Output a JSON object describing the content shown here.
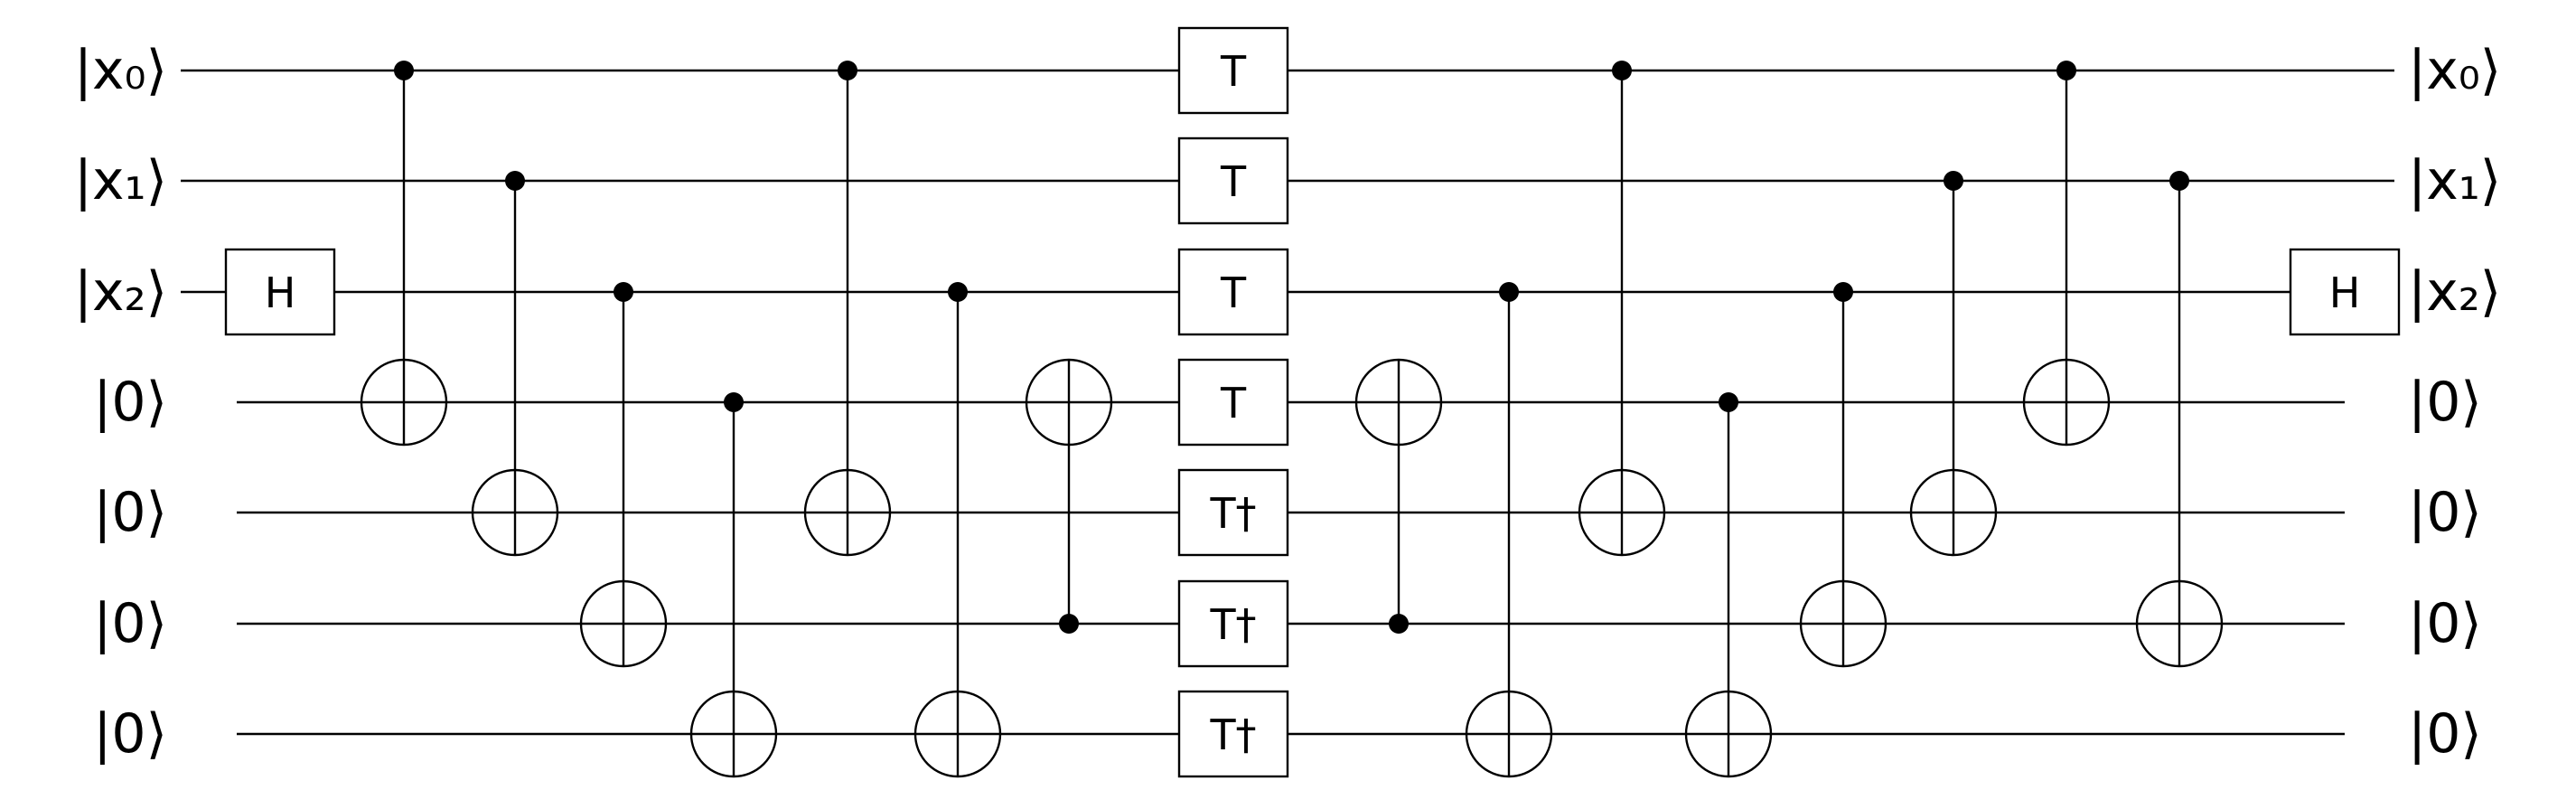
{
  "inputs": [
    "|x₀⟩",
    "|x₁⟩",
    "|x₂⟩",
    "|0⟩",
    "|0⟩",
    "|0⟩",
    "|0⟩"
  ],
  "outputs": [
    "|x₀⟩",
    "|x₁⟩",
    "|x₂⟩",
    "|0⟩",
    "|0⟩",
    "|0⟩",
    "|0⟩"
  ],
  "gates": [
    {
      "type": "H",
      "label": "H",
      "wire": 2
    },
    {
      "type": "CNOT",
      "control": 0,
      "target": 3
    },
    {
      "type": "CNOT",
      "control": 1,
      "target": 4
    },
    {
      "type": "CNOT",
      "control": 2,
      "target": 5
    },
    {
      "type": "CNOT",
      "control": 3,
      "target": 6
    },
    {
      "type": "CNOT",
      "control": 0,
      "target": 4
    },
    {
      "type": "CNOT",
      "control": 2,
      "target": 6
    },
    {
      "type": "CNOT",
      "control": 5,
      "target": 3
    },
    {
      "type": "T",
      "label": "T",
      "wire": 0
    },
    {
      "type": "T",
      "label": "T",
      "wire": 1
    },
    {
      "type": "T",
      "label": "T",
      "wire": 2
    },
    {
      "type": "T",
      "label": "T",
      "wire": 3
    },
    {
      "type": "Tdg",
      "label": "T†",
      "wire": 4
    },
    {
      "type": "Tdg",
      "label": "T†",
      "wire": 5
    },
    {
      "type": "Tdg",
      "label": "T†",
      "wire": 6
    },
    {
      "type": "CNOT",
      "control": 5,
      "target": 3
    },
    {
      "type": "CNOT",
      "control": 2,
      "target": 6
    },
    {
      "type": "CNOT",
      "control": 0,
      "target": 4
    },
    {
      "type": "CNOT",
      "control": 3,
      "target": 6
    },
    {
      "type": "CNOT",
      "control": 2,
      "target": 5
    },
    {
      "type": "CNOT",
      "control": 1,
      "target": 4
    },
    {
      "type": "CNOT",
      "control": 0,
      "target": 3
    },
    {
      "type": "CNOT",
      "control": 1,
      "target": 5
    },
    {
      "type": "H",
      "label": "H",
      "wire": 2
    }
  ]
}
